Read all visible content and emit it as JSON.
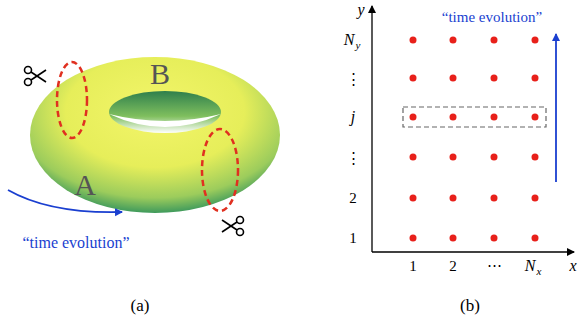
{
  "diagram": {
    "labels": [
      "A",
      "B",
      "“time evolution”",
      "(a)",
      "y",
      "N",
      "y",
      "⋮",
      "j",
      "⋮",
      "2",
      "1",
      "1",
      "2",
      "⋯",
      "N",
      "x",
      "x",
      "“time evolution”",
      "(b)"
    ]
  }
}
